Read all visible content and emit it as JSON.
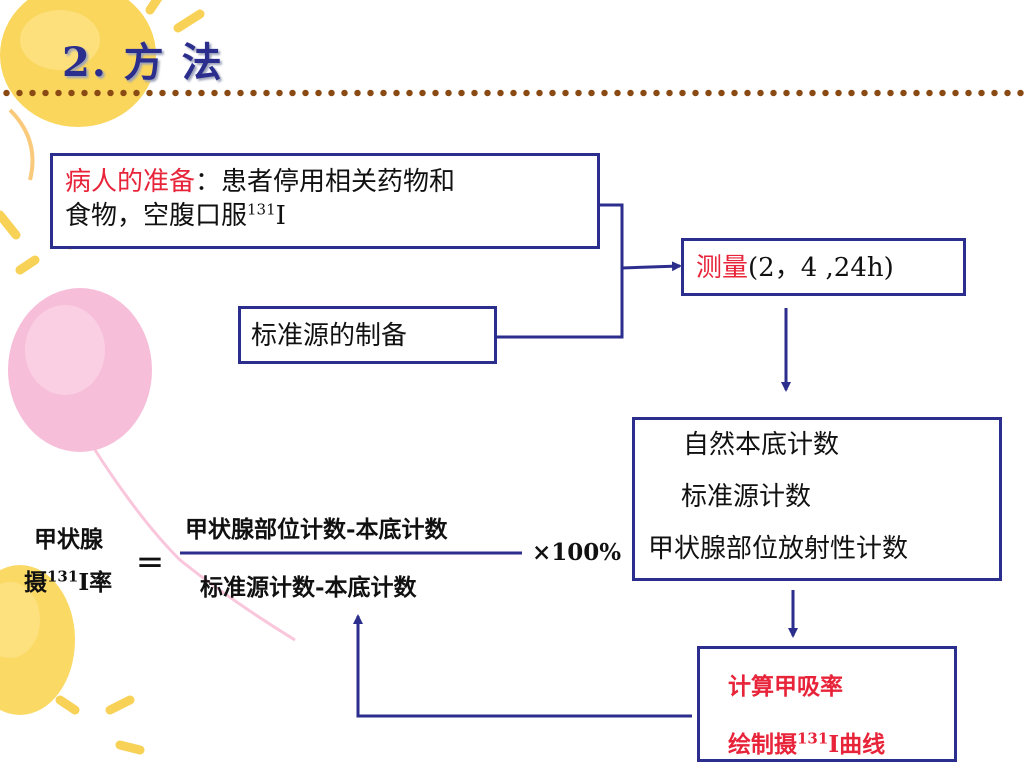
{
  "slide": {
    "title": "2. 方 法"
  },
  "boxes": {
    "patient_prep": {
      "label": "病人的准备",
      "colon": "：",
      "line1_rest": "患者停用相关药物和",
      "line2_prefix": "食物，空腹口服",
      "sup": "131",
      "line2_suffix": "I"
    },
    "standard_prep": {
      "label": "标准源的制备"
    },
    "measure": {
      "label": "测量",
      "detail": "(2，4 ,24h)"
    },
    "counts": {
      "items": [
        "自然本底计数",
        "标准源计数",
        "甲状腺部位放射性计数"
      ]
    },
    "calc": {
      "line1": "计算甲吸率",
      "line2_prefix": "绘制摄",
      "sup": "131",
      "line2_suffix": "I曲线"
    }
  },
  "formula": {
    "lhs_line1": "甲状腺",
    "lhs_line2_prefix": "摄",
    "lhs_sup": "131",
    "lhs_line2_suffix": "I率",
    "equals": "＝",
    "numerator": "甲状腺部位计数-本底计数",
    "denominator": "标准源计数-本底计数",
    "multiplier": "×100%"
  },
  "colors": {
    "border": "#2b2e8c",
    "highlight": "#e8243a",
    "balloon_yellow": "#f7c93a",
    "balloon_pink": "#f3a0c6"
  }
}
